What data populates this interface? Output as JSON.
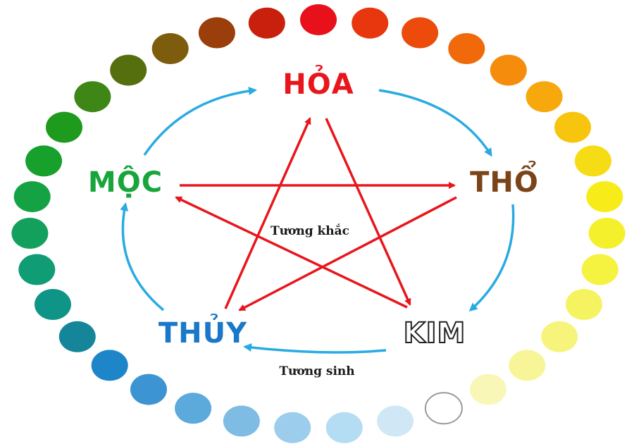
{
  "elements": {
    "hoa": {
      "label": "HỎA",
      "color": "#e8161c"
    },
    "tho": {
      "label": "THỔ",
      "color": "#7a4419"
    },
    "kim": {
      "label": "KIM",
      "color": "#ffffff",
      "stroke": "#222222"
    },
    "thuy": {
      "label": "THỦY",
      "color": "#1a78c8"
    },
    "moc": {
      "label": "MỘC",
      "color": "#17a53c"
    }
  },
  "cycles": {
    "overcoming_label": "Tương khắc",
    "generating_label": "Tương sinh",
    "overcoming_color": "#e8161c",
    "generating_color": "#29abe2"
  },
  "color_wheel": [
    "#e8101a",
    "#e8360e",
    "#ec4b0c",
    "#f06a0c",
    "#f58c0c",
    "#f6a80c",
    "#f7c50e",
    "#f6dc14",
    "#f7ec1a",
    "#f5f02c",
    "#f6f240",
    "#f6f360",
    "#f7f47c",
    "#f8f598",
    "#f9f7b8",
    "#ffffff",
    "#d0e8f6",
    "#b4dcf2",
    "#9ccdec",
    "#7fbce4",
    "#5ca9dc",
    "#3c95d2",
    "#1e86c8",
    "#15859a",
    "#0f9488",
    "#109c74",
    "#12a05c",
    "#14a244",
    "#18a02c",
    "#1e9a1c",
    "#3e8616",
    "#556f0e",
    "#7d5c0e",
    "#9a3e0c",
    "#c8200c"
  ]
}
